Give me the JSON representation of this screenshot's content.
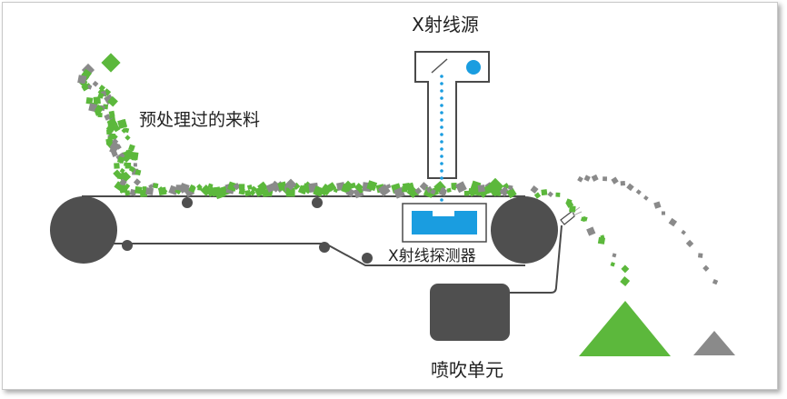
{
  "labels": {
    "xray_source": "X射线源",
    "pretreated_material": "预处理过的来料",
    "xray_detector": "X射线探测器",
    "blowing_unit": "喷吹单元"
  },
  "colors": {
    "green": "#5cb83c",
    "gray": "#8a8a8a",
    "dark": "#505050",
    "blue": "#1a9de0"
  }
}
